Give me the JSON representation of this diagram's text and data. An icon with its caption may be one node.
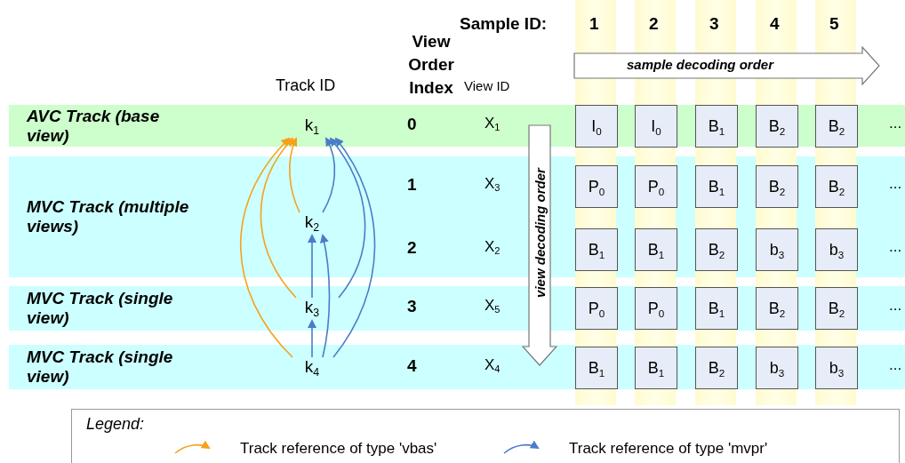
{
  "diagram": {
    "nodes": [
      {
        "text": [
          "sample decoding order"
        ]
      },
      {
        "text": [
          "AVC Track (base view)"
        ]
      },
      {
        "text": [
          "k$_{1}$"
        ],
        "in": 1
      },
      {
        "text": [
          "I$_{0}$"
        ],
        "in": 1
      },
      {
        "text": [
          "I$_{0}$"
        ],
        "in": 1
      },
      {
        "text": [
          "B$_{1}$"
        ],
        "in": 1
      },
      {
        "text": [
          "B$_{2}$"
        ],
        "in": 1
      },
      {
        "text": [
          "B$_{2}$"
        ],
        "in": 1
      },
      {
        "text": [
          "MVC Track (multiple views)"
        ]
      },
      {
        "text": [
          "k$_{2}$"
        ],
        "in": 8
      },
      {
        "text": [
          "P$_{0}$"
        ],
        "in": 8
      },
      {
        "text": [
          "P$_{0}$"
        ],
        "in": 8
      },
      {
        "text": [
          "B$_{1}$"
        ],
        "in": 8
      },
      {
        "text": [
          "B$_{2}$"
        ],
        "in": 8
      },
      {
        "text": [
          "B$_{2}$"
        ],
        "in": 8
      },
      {
        "text": [
          "B$_{1}$"
        ],
        "in": 8
      },
      {
        "text": [
          "B$_{1}$"
        ],
        "in": 8
      },
      {
        "text": [
          "B$_{2}$"
        ],
        "in": 8
      },
      {
        "text": [
          "b$_{3}$"
        ],
        "in": 8
      },
      {
        "text": [
          "b$_{3}$"
        ],
        "in": 8
      },
      {
        "text": [
          "view decoding order"
        ]
      },
      {
        "text": [
          "MVC Track (single view)"
        ]
      },
      {
        "text": [
          "k$_{3}$"
        ],
        "in": 21
      },
      {
        "text": [
          "P$_{0}$"
        ],
        "in": 21
      },
      {
        "text": [
          "P$_{0}$"
        ],
        "in": 21
      },
      {
        "text": [
          "B$_{1}$"
        ],
        "in": 21
      },
      {
        "text": [
          "B$_{2}$"
        ],
        "in": 21
      },
      {
        "text": [
          "B$_{2}$"
        ],
        "in": 21
      },
      {
        "text": [
          "MVC Track (single view)"
        ]
      },
      {
        "text": [
          "k$_{4}$"
        ],
        "in": 28
      },
      {
        "text": [
          "B$_{1}$"
        ],
        "in": 28
      },
      {
        "text": [
          "B$_{1}$"
        ],
        "in": 28
      },
      {
        "text": [
          "B$_{2}$"
        ],
        "in": 28
      },
      {
        "text": [
          "b$_{3}$"
        ],
        "in": 28
      },
      {
        "text": [
          "b$_{3}$"
        ],
        "in": 28
      }
    ],
    "edges": [
      {
        "from": 9,
        "to": 2,
        "arrow": "to",
        "color": "#f7a11a"
      },
      {
        "from": 22,
        "to": 2,
        "arrow": "to",
        "color": "#f7a11a"
      },
      {
        "from": 29,
        "to": 2,
        "arrow": "to",
        "color": "#f7a11a"
      },
      {
        "from": 9,
        "to": 2,
        "arrow": "to"
      },
      {
        "from": 22,
        "to": 2,
        "arrow": "to"
      },
      {
        "from": 29,
        "to": 2,
        "arrow": "to"
      },
      {
        "from": 22,
        "to": 9,
        "arrow": "to"
      },
      {
        "from": 29,
        "to": 9,
        "arrow": "to"
      },
      {
        "from": 29,
        "to": 22,
        "arrow": "to"
      }
    ],
    "labels": [
      "Sample ID:",
      "1",
      "2",
      "3",
      "4",
      "5",
      "View Order Index",
      "Track ID",
      "View ID",
      "0",
      "X$_{1}$",
      "...",
      "1",
      "X$_{3}$",
      "...",
      "2",
      "X$_{2}$",
      "...",
      "3",
      "X$_{5}$",
      "...",
      "4",
      "X$_{4}$",
      "...",
      "Legend:"
    ],
    "legend": [
      {
        "text": "Track reference of type 'vbas'"
      },
      {
        "text": "Track reference of type 'mvpr'"
      }
    ]
  }
}
